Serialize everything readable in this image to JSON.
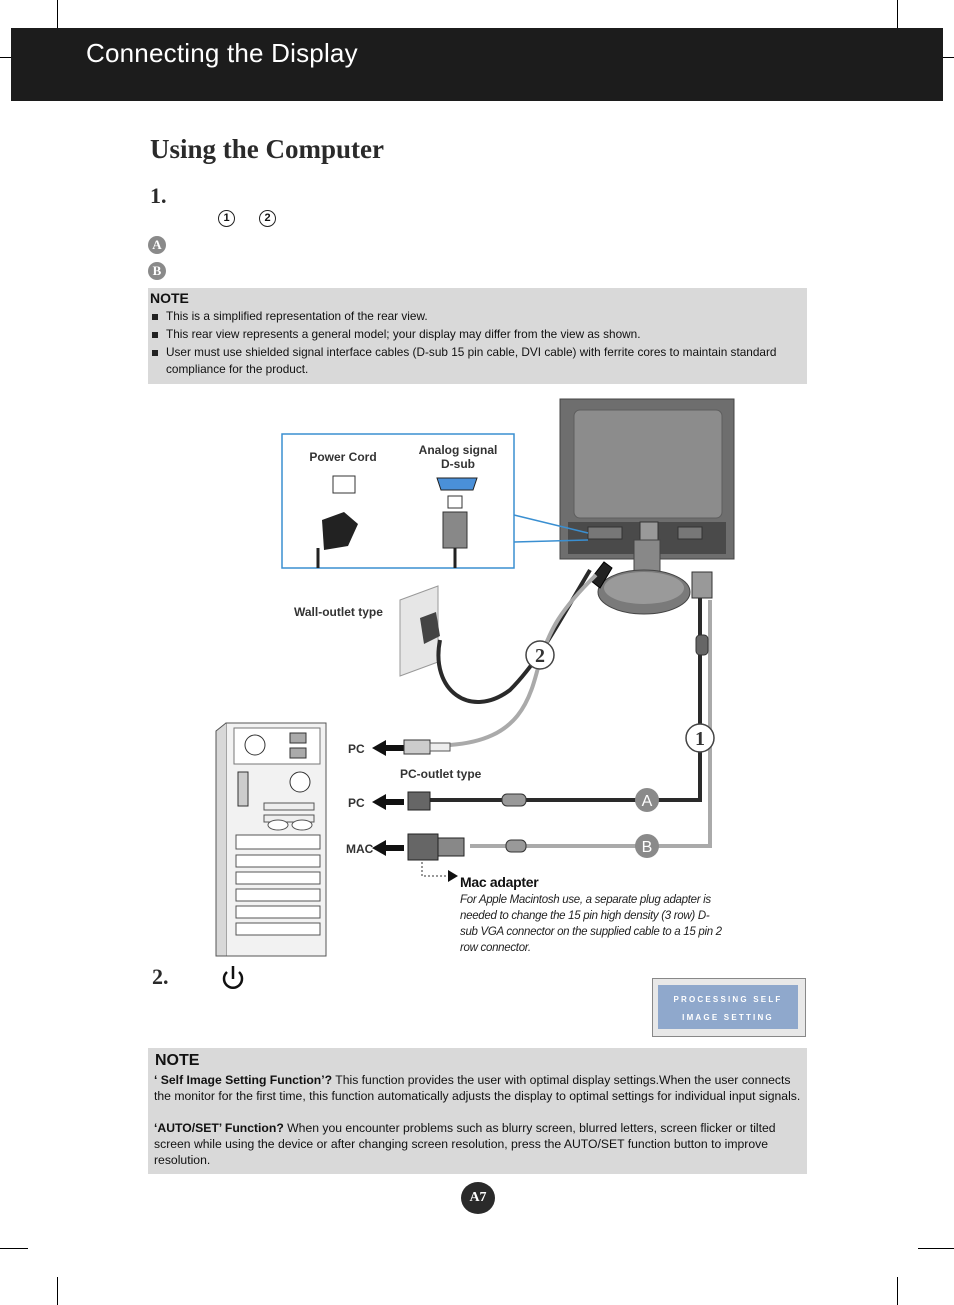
{
  "header": {
    "title": "Connecting the Display"
  },
  "section": {
    "title": "Using the Computer"
  },
  "step1": {
    "number": "1.",
    "marker_1": "1",
    "marker_2": "2",
    "badge_a": "A",
    "badge_b": "B"
  },
  "note1": {
    "heading": "NOTE",
    "items": [
      "This is a simplified representation of the rear view.",
      "This rear view represents a general model; your display may differ from the view as shown.",
      "User must use shielded signal interface cables (D-sub 15 pin cable, DVI cable) with ferrite cores to maintain standard compliance for the product."
    ]
  },
  "diagram": {
    "power_cord": "Power Cord",
    "analog_signal_line1": "Analog signal",
    "analog_signal_line2": "D-sub",
    "wall_outlet": "Wall-outlet type",
    "pc_outlet": "PC-outlet type",
    "pc_label_1": "PC",
    "pc_label_2": "PC",
    "mac_label": "MAC",
    "callout_1": "1",
    "callout_2": "2",
    "callout_a": "A",
    "callout_b": "B"
  },
  "mac_adapter": {
    "heading": "Mac adapter",
    "body": "For Apple Macintosh use, a  separate plug adapter is needed to change the 15 pin high density (3 row) D-sub VGA connector on the supplied cable to a 15 pin 2 row connector."
  },
  "step2": {
    "number": "2.",
    "power_icon": "power-icon"
  },
  "osd": {
    "line1": "PROCESSING SELF",
    "line2": "IMAGE SETTING"
  },
  "note2": {
    "heading": "NOTE",
    "p1_bold": "‘ Self Image Setting Function’?",
    "p1_text": " This function provides the user with optimal display settings.When the user connects the monitor for the first time, this function automatically adjusts the display to optimal settings for individual input signals.",
    "p2_bold": "‘AUTO/SET’ Function?",
    "p2_text": " When you encounter problems such as blurry screen, blurred letters, screen flicker or tilted screen while using the device or after changing screen resolution, press the AUTO/SET function button to improve resolution."
  },
  "page": {
    "number": "A7"
  }
}
